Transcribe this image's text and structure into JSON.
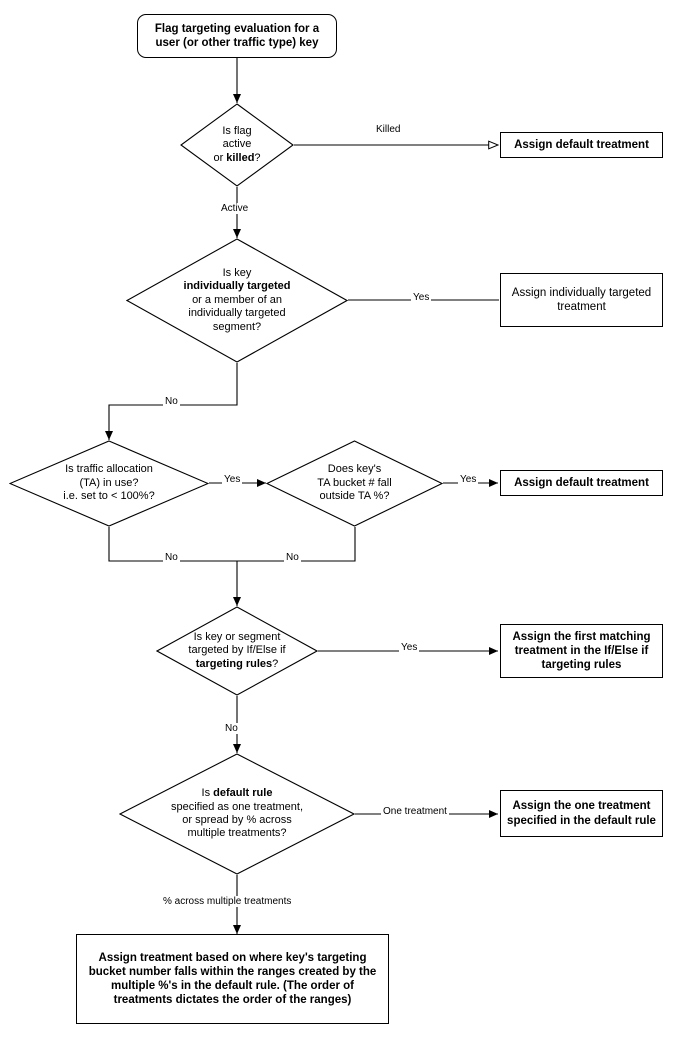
{
  "diagram": {
    "title": "Flag targeting evaluation flowchart",
    "colors": {
      "stroke": "#000000",
      "fill": "#ffffff",
      "text": "#000000"
    },
    "start": {
      "label_line1": "Flag targeting evaluation for a",
      "label_line2": "user (or other traffic type) key"
    },
    "decisions": {
      "flag_state": {
        "line1": "Is flag",
        "line2": "active",
        "line3_plain": "or ",
        "line3_bold": "killed",
        "line3_tail": "?"
      },
      "individual_target": {
        "line1": "Is key",
        "line2_bold": "individually targeted",
        "line3": "or a member of an",
        "line4": "individually targeted",
        "line5": "segment?"
      },
      "traffic_allocation": {
        "line1": "Is traffic allocation",
        "line2": "(TA) in use?",
        "line3": "i.e. set to < 100%?"
      },
      "ta_bucket": {
        "line1": "Does key's",
        "line2": "TA bucket # fall",
        "line3": "outside TA %?"
      },
      "targeting_rules": {
        "line1": "Is key or segment",
        "line2": "targeted by If/Else if",
        "line3_bold": "targeting rules",
        "line3_tail": "?"
      },
      "default_rule": {
        "line1_plain": "Is ",
        "line1_bold": "default rule",
        "line2": "specified as one treatment,",
        "line3": "or spread by % across",
        "line4": "multiple treatments?"
      }
    },
    "outcomes": {
      "killed_default": "Assign default treatment",
      "individually_targeted": {
        "line1": "Assign",
        "line2": "individually targeted",
        "line3": "treatment"
      },
      "ta_default": "Assign default treatment",
      "if_else_match": {
        "line1": "Assign the first matching",
        "line2": "treatment in the If/Else if",
        "line3": "targeting rules"
      },
      "one_treatment": {
        "line1": "Assign the one treatment",
        "line2": "specified in the default rule"
      },
      "percent_spread": {
        "line1": "Assign treatment based on where key's",
        "line2": "targeting bucket number falls within the ranges",
        "line3": "created by the multiple %'s in the default rule. (The",
        "line4": "order of treatments dictates the order of the ranges)"
      }
    },
    "edge_labels": {
      "killed": "Killed",
      "active": "Active",
      "individual_yes": "Yes",
      "individual_no": "No",
      "ta_yes": "Yes",
      "ta_no": "No",
      "bucket_yes": "Yes",
      "bucket_no": "No",
      "rules_yes": "Yes",
      "rules_no": "No",
      "default_one": "One treatment",
      "default_percent": "% across multiple treatments"
    }
  }
}
